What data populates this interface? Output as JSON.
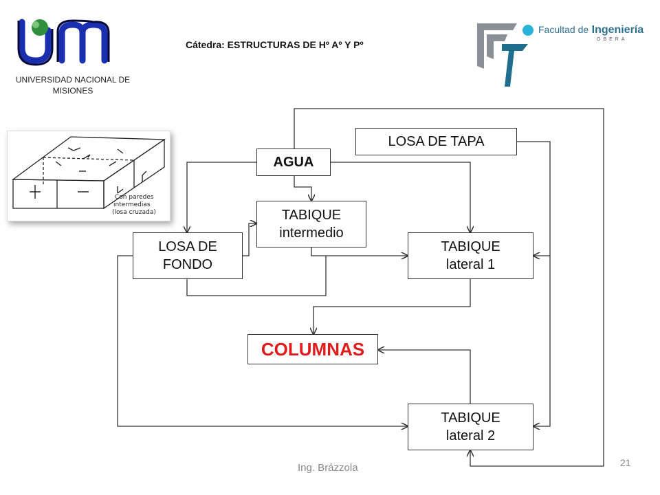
{
  "header": {
    "university_name": "UNIVERSIDAD NACIONAL DE MISIONES",
    "course_title": "Cátedra: ESTRUCTURAS DE Hº Aº Y Pº",
    "faculty_name_prefix": "Facultad de",
    "faculty_name_main": "Ingeniería",
    "faculty_city": "OBERA"
  },
  "photo": {
    "caption_line1": "Con paredes",
    "caption_line2": "intermedias",
    "caption_line3": "(losa cruzada)"
  },
  "nodes": {
    "losa_tapa": "LOSA DE TAPA",
    "agua": "AGUA",
    "tabique_intermedio": "TABIQUE\nintermedio",
    "losa_fondo": "LOSA DE\nFONDO",
    "tabique_lateral1": "TABIQUE\nlateral 1",
    "columnas": "COLUMNAS",
    "tabique_lateral2": "TABIQUE\nlateral 2"
  },
  "footer": {
    "author": "Ing. Brázzola",
    "page_number": "21"
  }
}
